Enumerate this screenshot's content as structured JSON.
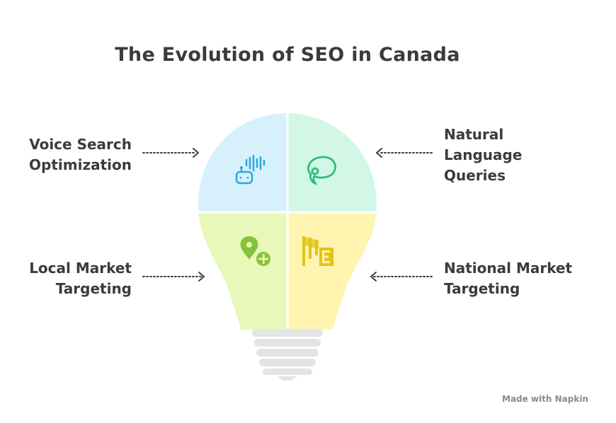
{
  "title": "The Evolution of SEO in Canada",
  "quadrants": {
    "top_left": {
      "label_lines": [
        "Voice Search",
        "Optimization"
      ],
      "color": "#d6f1fb",
      "icon_color": "#2ea6df",
      "icon": "voice-assistant-robot-icon"
    },
    "top_right": {
      "label_lines": [
        "Natural",
        "Language",
        "Queries"
      ],
      "color": "#d2f7e6",
      "icon_color": "#2fbf7a",
      "icon": "speech-bubble-icon"
    },
    "bottom_left": {
      "label_lines": [
        "Local Market",
        "Targeting"
      ],
      "color": "#e8f8b8",
      "icon_color": "#86c33a",
      "icon": "location-pin-plus-icon"
    },
    "bottom_right": {
      "label_lines": [
        "National Market",
        "Targeting"
      ],
      "color": "#fff4b0",
      "icon_color": "#e2c418",
      "icon": "map-flag-icon"
    }
  },
  "base_color": "#e4e4e4",
  "credit": "Made with Napkin"
}
